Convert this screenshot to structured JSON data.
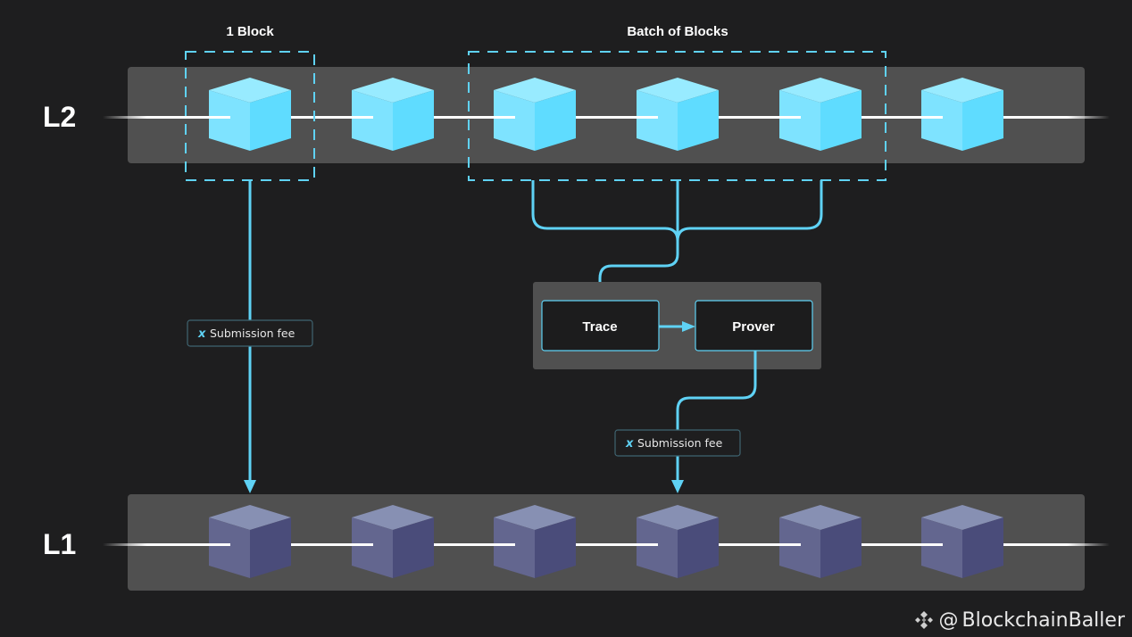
{
  "layers": {
    "l2": {
      "label": "L2",
      "block_count": 6
    },
    "l1": {
      "label": "L1",
      "block_count": 6
    }
  },
  "groups": {
    "single": {
      "label": "1 Block"
    },
    "batch": {
      "label": "Batch of Blocks"
    }
  },
  "pipeline": {
    "trace": {
      "label": "Trace"
    },
    "prover": {
      "label": "Prover"
    }
  },
  "fees": [
    {
      "symbol": "x",
      "label": "Submission fee"
    },
    {
      "symbol": "x",
      "label": "Submission fee"
    }
  ],
  "watermark": {
    "at": "@",
    "handle": "BlockchainBaller"
  },
  "colors": {
    "background": "#1e1e1f",
    "lane": "#505050",
    "accent": "#5fd2f5",
    "l2_cube_front": "#7ee3ff",
    "l2_cube_side": "#5fdcff",
    "l2_cube_top": "#98ebff",
    "l1_cube_front": "#63668f",
    "l1_cube_side": "#4a4c7a",
    "l1_cube_top": "#8790b3",
    "box_fill": "#1c1c1d"
  }
}
